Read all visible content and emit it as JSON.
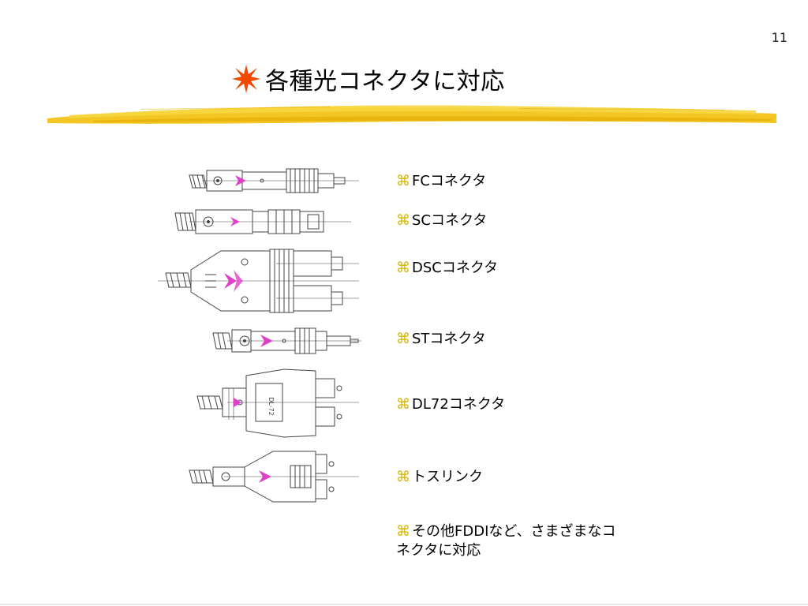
{
  "page_number": "11",
  "title": "各種光コネクタに対応",
  "bullet_glyph": "⌘",
  "colors": {
    "star": "#f04a00",
    "brush": "#f2c318",
    "bullet": "#d7b400",
    "arrow": "#e040c8"
  },
  "icons": {
    "title_bullet": "star-burst-icon",
    "item_bullet": "command-symbol-icon"
  },
  "items": [
    {
      "label": "FCコネクタ"
    },
    {
      "label": "SCコネクタ"
    },
    {
      "label": "DSCコネクタ"
    },
    {
      "label": "STコネクタ"
    },
    {
      "label": "DL72コネクタ"
    },
    {
      "label": "トスリンク"
    },
    {
      "label": "その他FDDIなど、さまざまなコネクタに対応"
    }
  ],
  "illustrations": {
    "dl72_label": "DL-72"
  }
}
